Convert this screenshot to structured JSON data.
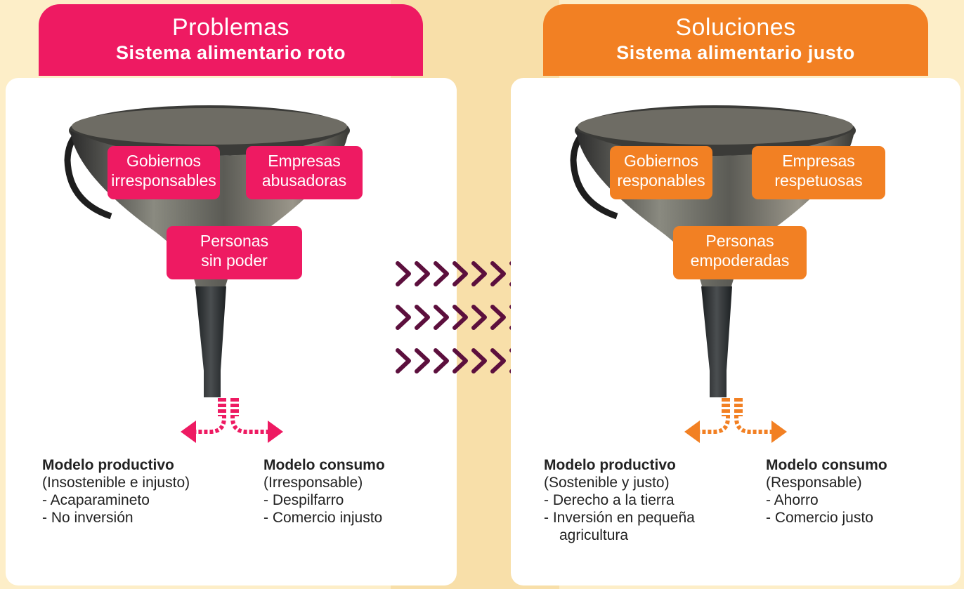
{
  "colors": {
    "problem_accent": "#ee1a62",
    "solution_accent": "#f28023",
    "chevron": "#5c0f3d",
    "background": "#fdeec8"
  },
  "icons": [
    "funnel-icon",
    "chevron-right-icon",
    "split-arrow-icon"
  ],
  "problems": {
    "header_title": "Problemas",
    "header_subtitle": "Sistema alimentario roto",
    "tags": {
      "governments": [
        "Gobiernos",
        "irresponsables"
      ],
      "companies": [
        "Empresas",
        "abusadoras"
      ],
      "people": [
        "Personas",
        "sin poder"
      ]
    },
    "productive_model": {
      "title": "Modelo productivo",
      "qualifier": "(Insostenible e injusto)",
      "items": [
        "- Acaparamineto",
        "- No inversión"
      ]
    },
    "consumption_model": {
      "title": "Modelo consumo",
      "qualifier": "(Irresponsable)",
      "items": [
        "- Despilfarro",
        "- Comercio injusto"
      ]
    }
  },
  "solutions": {
    "header_title": "Soluciones",
    "header_subtitle": "Sistema alimentario justo",
    "tags": {
      "governments": [
        "Gobiernos",
        "responables"
      ],
      "companies": [
        "Empresas",
        "respetuosas"
      ],
      "people": [
        "Personas",
        "empoderadas"
      ]
    },
    "productive_model": {
      "title": "Modelo productivo",
      "qualifier": "(Sostenible y justo)",
      "items": [
        "- Derecho a la tierra",
        "- Inversión en pequeña",
        "agricultura"
      ]
    },
    "consumption_model": {
      "title": "Modelo consumo",
      "qualifier": "(Responsable)",
      "items": [
        "- Ahorro",
        "- Comercio justo"
      ]
    }
  }
}
